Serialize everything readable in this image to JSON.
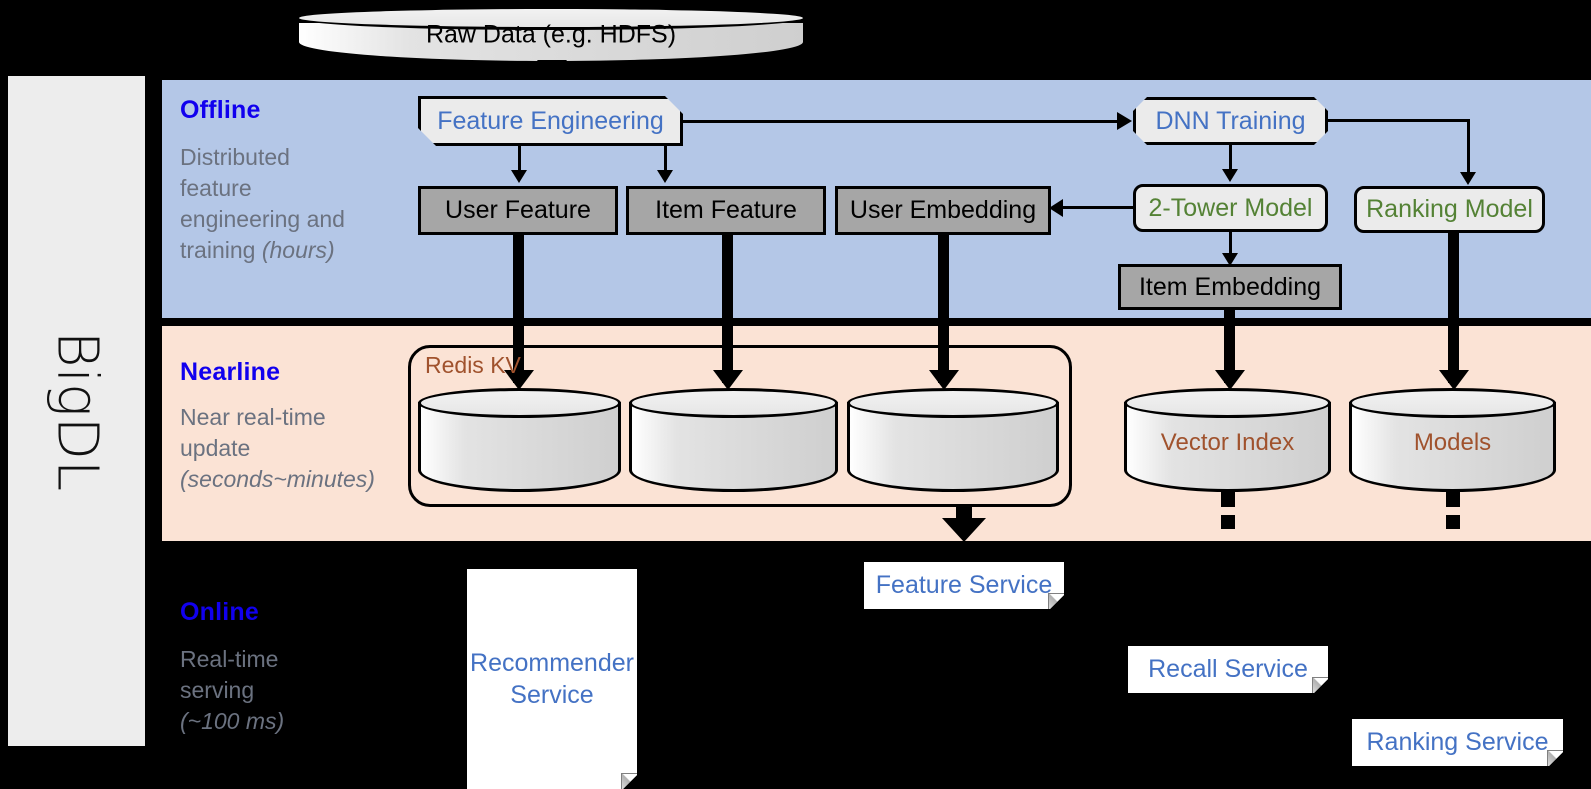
{
  "sidebar": {
    "label": "BigDL"
  },
  "source": {
    "label": "Raw Data (e.g. HDFS)"
  },
  "bands": {
    "offline": {
      "title": "Offline",
      "subtitle_line1": "Distributed",
      "subtitle_line2": "feature",
      "subtitle_line3": "engineering and",
      "subtitle_line4": "training ",
      "subtitle_italic": "(hours)"
    },
    "nearline": {
      "title": "Nearline",
      "subtitle_line1": "Near real-time",
      "subtitle_line2": "update",
      "subtitle_italic": "(seconds~minutes)"
    },
    "online": {
      "title": "Online",
      "subtitle_line1": "Real-time",
      "subtitle_line2": "serving",
      "subtitle_italic": "(~100 ms)"
    }
  },
  "offline": {
    "feature_engineering": "Feature Engineering",
    "dnn_training": "DNN Training",
    "user_feature": "User Feature",
    "item_feature": "Item Feature",
    "user_embedding": "User Embedding",
    "two_tower_model": "2-Tower Model",
    "ranking_model": "Ranking Model",
    "item_embedding": "Item Embedding"
  },
  "nearline": {
    "redis_kv": "Redis KV",
    "store_user_feature": "",
    "store_item_feature": "",
    "store_user_embedding": "",
    "vector_index": "Vector Index",
    "models": "Models"
  },
  "online": {
    "recommender_service": "Recommender\nService",
    "feature_service": "Feature Service",
    "recall_service": "Recall Service",
    "ranking_service": "Ranking Service"
  },
  "colors": {
    "offline_band": "#b4c7e7",
    "nearline_band": "#fbe3d5",
    "online_band": "#000000",
    "band_title": "#1100ee",
    "band_subtitle": "#6b7280",
    "blue_text": "#4472c4",
    "green_text": "#548235",
    "brown_text": "#a0522d",
    "dark_box_fill": "#a6a6a6",
    "light_box_fill": "#ebebeb",
    "sidebar_fill": "#ededed"
  }
}
